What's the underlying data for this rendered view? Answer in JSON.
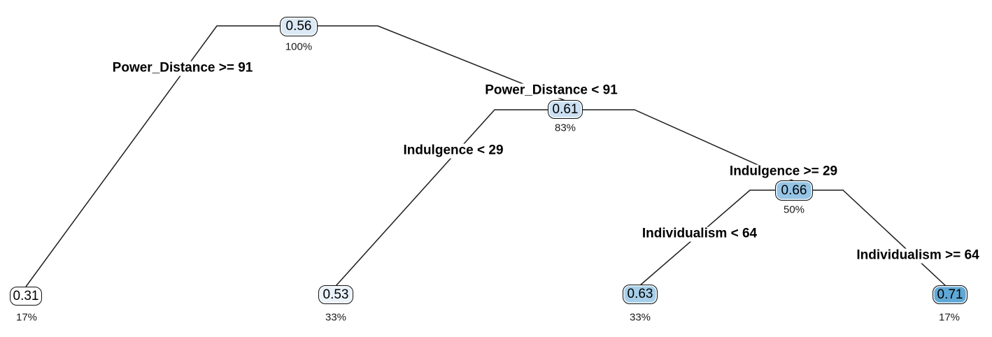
{
  "figure": {
    "type": "decision-tree-plot",
    "background": "#ffffff",
    "line_color": "#1c1c1c"
  },
  "tree": {
    "nodes": [
      {
        "id": "root",
        "value": "0.56",
        "percent": "100%",
        "fill": "#dbe9f6",
        "depth": 0
      },
      {
        "id": "node-power-lt-91",
        "value": "0.61",
        "percent": "83%",
        "fill": "#cbe0f2",
        "depth": 1
      },
      {
        "id": "node-indulgence-ge-29",
        "value": "0.66",
        "percent": "50%",
        "fill": "#95c4e5",
        "depth": 2
      },
      {
        "id": "leaf-power-ge-91",
        "value": "0.31",
        "percent": "17%",
        "fill": "#ffffff",
        "depth": 3
      },
      {
        "id": "leaf-indulgence-lt-29",
        "value": "0.53",
        "percent": "33%",
        "fill": "#eaf2fb",
        "depth": 3
      },
      {
        "id": "leaf-individualism-lt-64",
        "value": "0.63",
        "percent": "33%",
        "fill": "#a6cee9",
        "depth": 3
      },
      {
        "id": "leaf-individualism-ge-64",
        "value": "0.71",
        "percent": "17%",
        "fill": "#5fa8d6",
        "depth": 3
      }
    ],
    "edges": [
      {
        "from": "root",
        "to": "leaf-power-ge-91",
        "label": "Power_Distance >= 91"
      },
      {
        "from": "root",
        "to": "node-power-lt-91",
        "label": "Power_Distance < 91"
      },
      {
        "from": "node-power-lt-91",
        "to": "leaf-indulgence-lt-29",
        "label": "Indulgence < 29"
      },
      {
        "from": "node-power-lt-91",
        "to": "node-indulgence-ge-29",
        "label": "Indulgence >= 29"
      },
      {
        "from": "node-indulgence-ge-29",
        "to": "leaf-individualism-lt-64",
        "label": "Individualism < 64"
      },
      {
        "from": "node-indulgence-ge-29",
        "to": "leaf-individualism-ge-64",
        "label": "Individualism >= 64"
      }
    ]
  }
}
